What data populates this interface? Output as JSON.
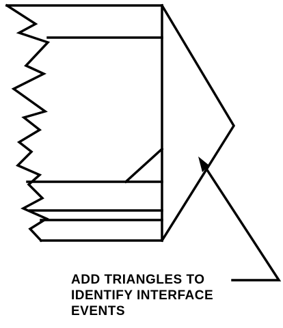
{
  "annotation": {
    "lines": [
      "ADD TRIANGLES TO",
      "IDENTIFY INTERFACE",
      "EVENTS"
    ]
  },
  "colors": {
    "stroke": "#000000",
    "background": "#ffffff"
  }
}
